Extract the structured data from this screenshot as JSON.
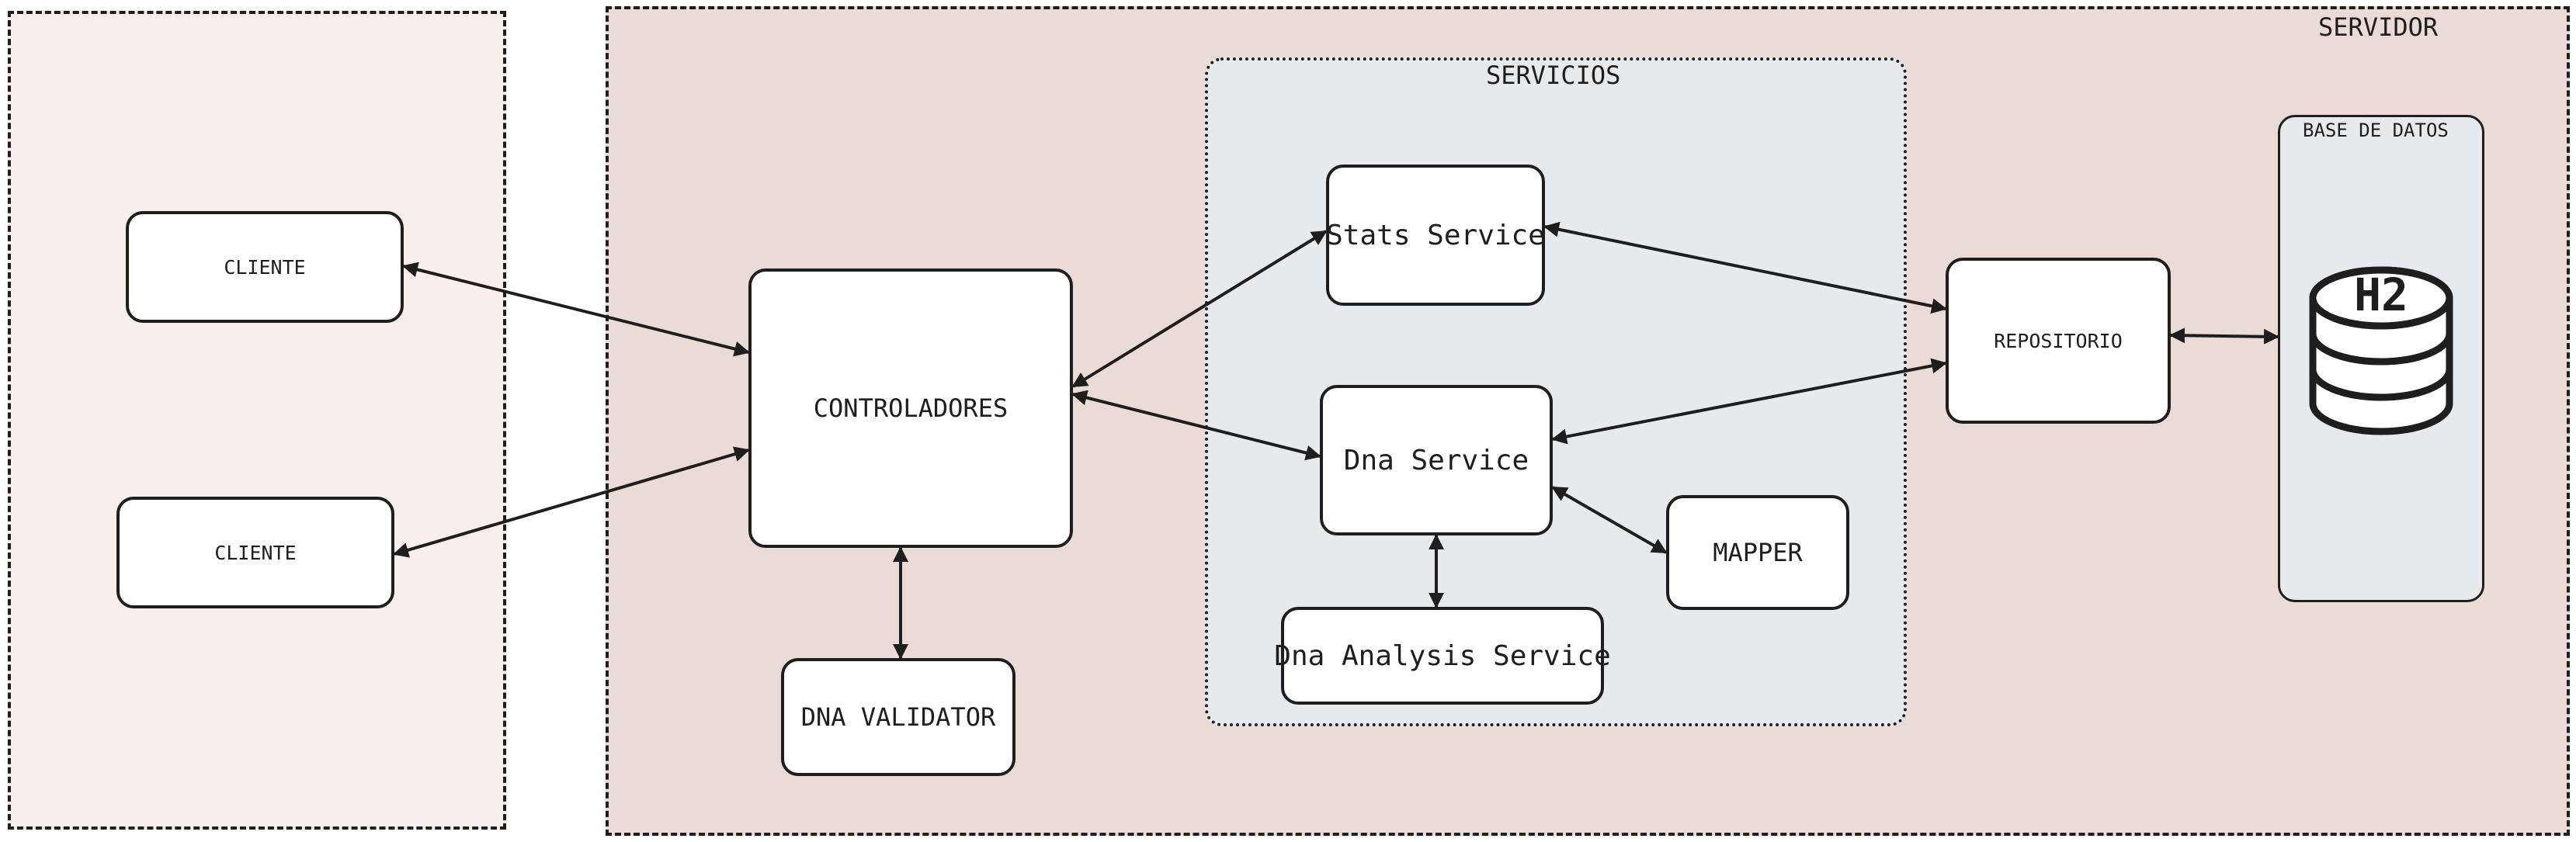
{
  "zones": {
    "servidor": "SERVIDOR",
    "servicios": "SERVICIOS",
    "base_de_datos": "BASE DE DATOS"
  },
  "nodes": {
    "cliente_1": "CLIENTE",
    "cliente_2": "CLIENTE",
    "controladores": "CONTROLADORES",
    "dna_validator": "DNA VALIDATOR",
    "stats_service": "Stats Service",
    "dna_service": "Dna Service",
    "dna_analysis_service": "Dna Analysis Service",
    "mapper": "MAPPER",
    "repositorio": "REPOSITORIO",
    "h2": "H2"
  },
  "colors": {
    "client_zone_fill": "#f8efec",
    "server_zone_fill": "#eadbd6",
    "services_zone_fill": "#e7eaed",
    "stroke": "#1e1e1e",
    "node_fill": "#ffffff"
  },
  "edges": [
    {
      "from": "cliente_1",
      "to": "controladores",
      "bidirectional": true
    },
    {
      "from": "cliente_2",
      "to": "controladores",
      "bidirectional": true
    },
    {
      "from": "controladores",
      "to": "dna_validator",
      "bidirectional": true
    },
    {
      "from": "controladores",
      "to": "stats_service",
      "bidirectional": true
    },
    {
      "from": "controladores",
      "to": "dna_service",
      "bidirectional": true
    },
    {
      "from": "stats_service",
      "to": "repositorio",
      "bidirectional": true
    },
    {
      "from": "dna_service",
      "to": "repositorio",
      "bidirectional": true
    },
    {
      "from": "dna_service",
      "to": "dna_analysis_service",
      "bidirectional": true
    },
    {
      "from": "dna_service",
      "to": "mapper",
      "bidirectional": true
    },
    {
      "from": "repositorio",
      "to": "h2",
      "bidirectional": true
    }
  ]
}
